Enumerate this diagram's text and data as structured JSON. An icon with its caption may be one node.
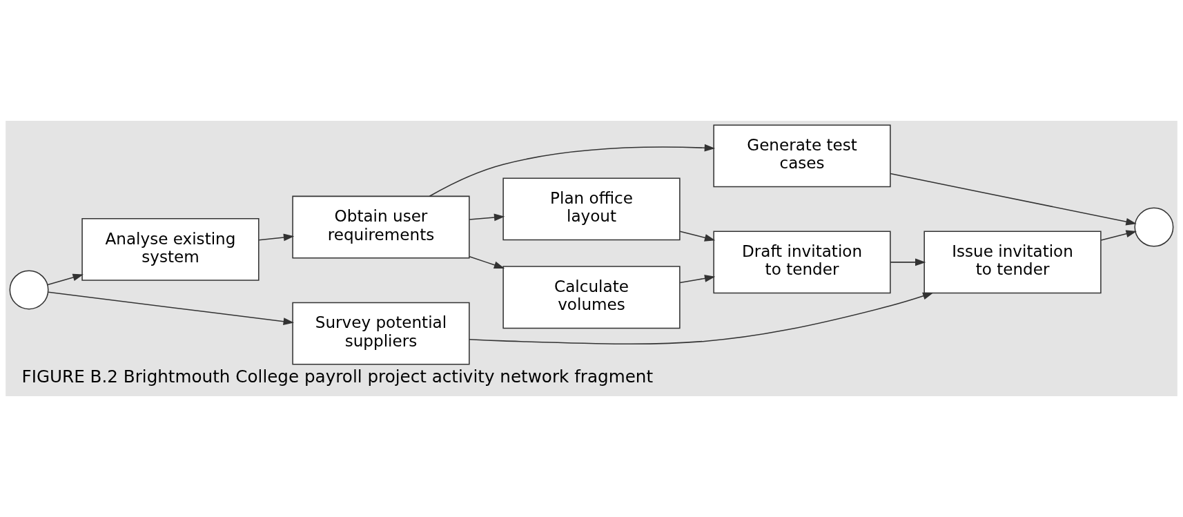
{
  "diagram": {
    "caption": "FIGURE B.2 Brightmouth College payroll project activity network fragment",
    "nodes": [
      {
        "text": [],
        "shape": "circle"
      },
      {
        "text": [
          "Analyse existing system"
        ]
      },
      {
        "text": [
          "Survey potential suppliers"
        ]
      },
      {
        "text": [
          "Obtain user requirements"
        ]
      },
      {
        "text": [
          "Generate test cases"
        ]
      },
      {
        "text": [
          "Plan office layout"
        ]
      },
      {
        "text": [
          "Calculate volumes"
        ]
      },
      {
        "text": [
          "Draft invitation to tender"
        ]
      },
      {
        "text": [
          "Issue invitation to tender"
        ]
      },
      {
        "text": [],
        "shape": "circle"
      }
    ],
    "edges": [
      {
        "from": 0,
        "to": 1,
        "arrow": "to"
      },
      {
        "from": 0,
        "to": 2,
        "arrow": "to"
      },
      {
        "from": 1,
        "to": 3,
        "arrow": "to"
      },
      {
        "from": 3,
        "to": 4,
        "arrow": "to"
      },
      {
        "from": 3,
        "to": 5,
        "arrow": "to"
      },
      {
        "from": 3,
        "to": 6,
        "arrow": "to"
      },
      {
        "from": 5,
        "to": 7,
        "arrow": "to"
      },
      {
        "from": 6,
        "to": 7,
        "arrow": "to"
      },
      {
        "from": 4,
        "to": 9,
        "arrow": "to"
      },
      {
        "from": 7,
        "to": 8,
        "arrow": "to"
      },
      {
        "from": 2,
        "to": 8,
        "arrow": "to"
      },
      {
        "from": 8,
        "to": 9,
        "arrow": "to"
      }
    ]
  }
}
